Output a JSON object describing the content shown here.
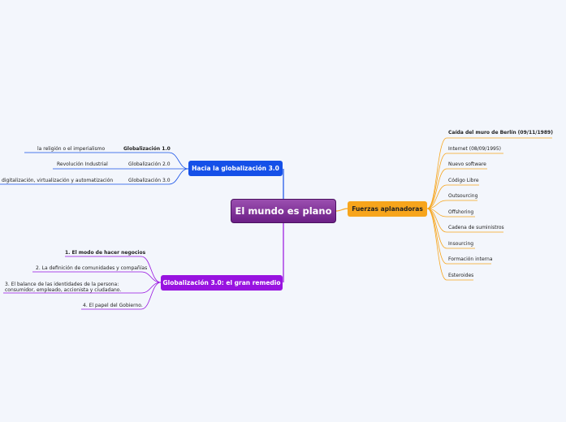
{
  "central": {
    "title": "El mundo es plano"
  },
  "topics": {
    "right": {
      "label": "Fuerzas aplanadoras",
      "children": [
        "Caída del muro de Berlín (09/11/1989)",
        "Internet (08/09/1995)",
        "Nuevo software",
        "Código Libre",
        "Outsourcing",
        "Offshoring",
        "Cadena de suministros",
        "Insourcing",
        "Formación interna",
        "Esteroides"
      ]
    },
    "top": {
      "label": "Hacia la globalización 3.0",
      "children": [
        {
          "label": "Globalización 1.0",
          "detail": "la religión o el imperialismo"
        },
        {
          "label": "Globalización 2.0",
          "detail": "Revolución Industrial"
        },
        {
          "label": "Globalización 3.0",
          "detail": "digitalización, virtualización y automatización"
        }
      ]
    },
    "bottom": {
      "label": "Globalización 3.0: el gran remedio",
      "children": [
        "1. El modo de hacer negocios",
        "2. La definición de comunidades y compañías",
        "3. El balance de las identidades de la persona: consumidor, empleado, accionista y ciudadano.",
        "4. El papel del Gobierno."
      ]
    }
  },
  "colors": {
    "central": "#6c1f86",
    "right": "#f7a51c",
    "top": "#1550e8",
    "bottom": "#9813e0"
  }
}
